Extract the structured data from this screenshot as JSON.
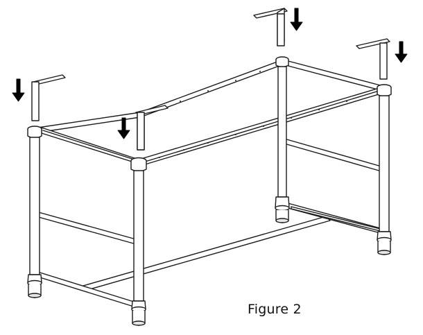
{
  "figure": {
    "caption": "Figure 2"
  },
  "colors": {
    "stroke": "#1a1a1a",
    "fill": "#ffffff",
    "arrow": "#000000",
    "shade": "#e6e6e6"
  },
  "parts": {
    "frame": "tub-stand-frame",
    "brackets": [
      "bracket-front-left",
      "bracket-front-right",
      "bracket-back-left",
      "bracket-back-right"
    ],
    "arrows": [
      "arrow-front-left",
      "arrow-front-right",
      "arrow-back-left",
      "arrow-back-right"
    ],
    "legs": [
      "leg-front-left",
      "leg-front-right",
      "leg-back-left",
      "leg-back-right"
    ]
  }
}
